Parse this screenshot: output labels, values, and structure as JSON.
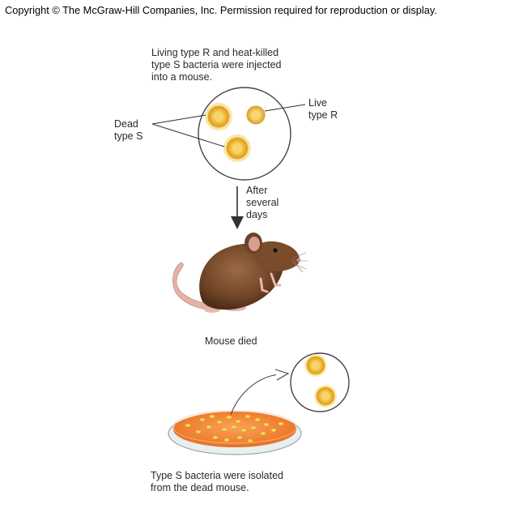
{
  "copyright": "Copyright © The McGraw-Hill Companies,  Inc. Permission  required  for reproduction or display.",
  "labels": {
    "injected": "Living type R and heat-killed\ntype S bacteria were injected\ninto a mouse.",
    "dead_type_s": "Dead\ntype S",
    "live_type_r": "Live\ntype R",
    "after_days": "After\nseveral\ndays",
    "mouse_died": "Mouse died",
    "isolated": "Type S bacteria were isolated\nfrom the dead mouse."
  }
}
